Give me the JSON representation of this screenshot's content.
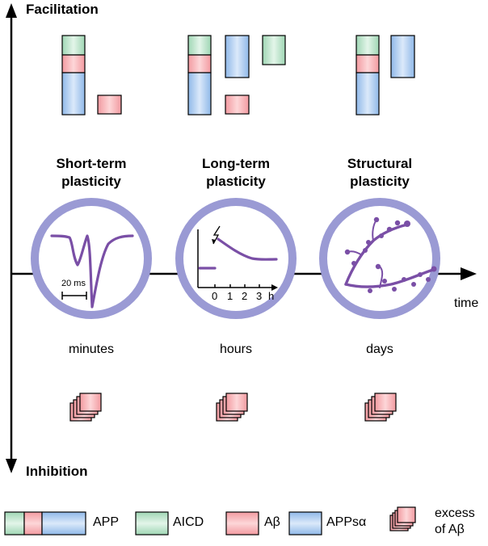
{
  "axis": {
    "top_label": "Facilitation",
    "bottom_label": "Inhibition",
    "time_label": "time"
  },
  "stages": [
    {
      "title_line1": "Short-term",
      "title_line2": "plasticity",
      "timescale": "minutes",
      "inset_scalebar": "20 ms"
    },
    {
      "title_line1": "Long-term",
      "title_line2": "plasticity",
      "timescale": "hours",
      "inset_ticks": [
        "0",
        "1",
        "2",
        "3",
        "h"
      ]
    },
    {
      "title_line1": "Structural",
      "title_line2": "plasticity",
      "timescale": "days"
    }
  ],
  "legend": {
    "app": "APP",
    "aicd": "AICD",
    "abeta": "Aβ",
    "appsa": "APPsα",
    "excess_line1": "excess",
    "excess_line2": "of Aβ"
  },
  "colors": {
    "aicd": "#b8e2c8",
    "abeta": "#f6a9ad",
    "appsa": "#a9c9ee",
    "circle": "#9a9ad4",
    "trace": "#7a4fa6"
  }
}
